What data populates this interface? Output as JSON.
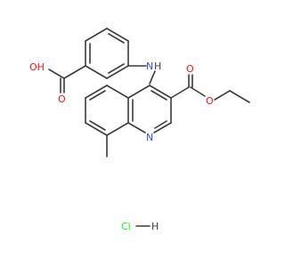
{
  "molecule": {
    "atoms": {
      "oh_label": "OH",
      "carbonyl_o1": "O",
      "nh_n": "N",
      "nh_h": "H",
      "ester_carbonyl_o": "O",
      "ester_o": "O",
      "ring_n": "N"
    },
    "salt": {
      "cl": "Cl",
      "h": "H"
    },
    "colors": {
      "bond": "#3c3c3c",
      "oxygen": "#ff0d0d",
      "nitrogen": "#3050f8",
      "chlorine": "#1ff01f"
    }
  }
}
